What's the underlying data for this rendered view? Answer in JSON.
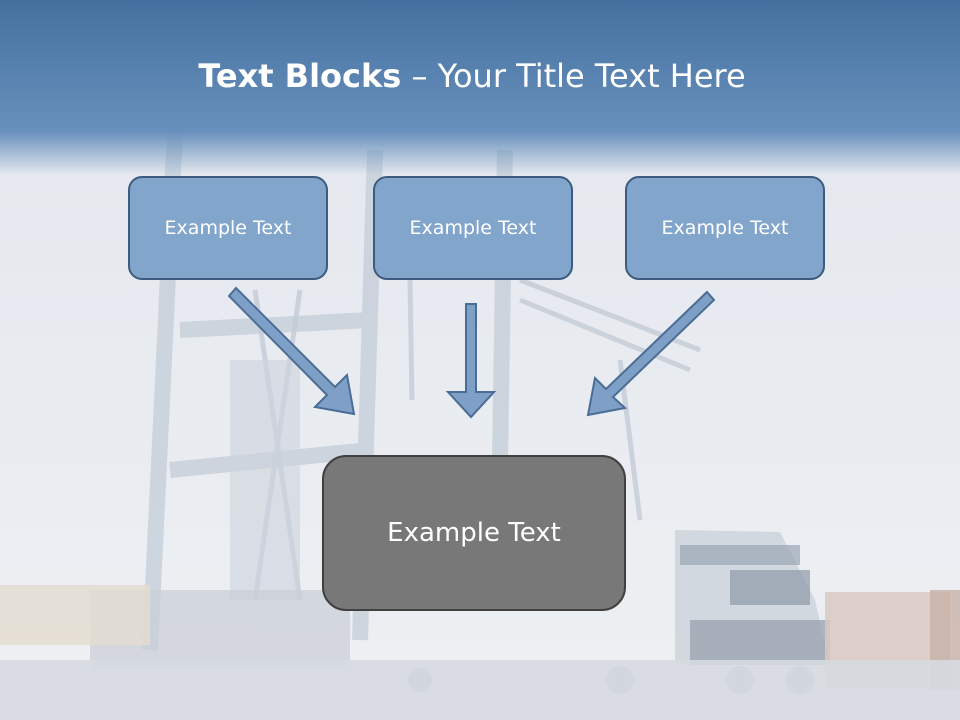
{
  "title": {
    "bold": "Text Blocks",
    "rest": " – Your Title Text Here"
  },
  "blocks": [
    {
      "label": "Example Text"
    },
    {
      "label": "Example Text"
    },
    {
      "label": "Example Text"
    }
  ],
  "main_block": {
    "label": "Example Text"
  },
  "colors": {
    "header_blue": "#4f7aa8",
    "block_fill": "#82a5cb",
    "block_border": "#3c5b7f",
    "main_fill": "#787878",
    "main_border": "#404040",
    "arrow_fill": "#7e9fc6"
  }
}
